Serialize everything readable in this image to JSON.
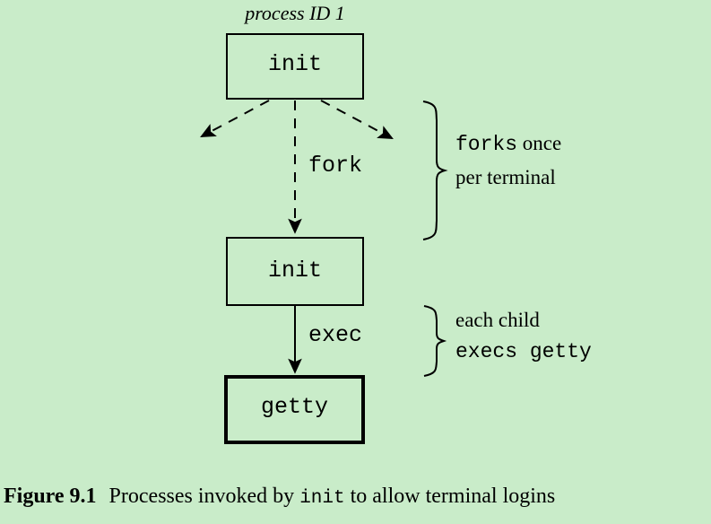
{
  "figure": {
    "background_color": "#c9ecc9",
    "stroke_color": "#000000",
    "pid_label": "process ID 1",
    "nodes": [
      {
        "id": "init-top",
        "label": "init",
        "font": "mono",
        "border_width": 2
      },
      {
        "id": "init-mid",
        "label": "init",
        "font": "mono",
        "border_width": 2
      },
      {
        "id": "getty",
        "label": "getty",
        "font": "mono",
        "border_width": 4
      }
    ],
    "edges": [
      {
        "id": "fork-left",
        "label": "",
        "style": "dashed",
        "arrow": true
      },
      {
        "id": "fork-center",
        "label": "fork",
        "style": "dashed",
        "arrow": true
      },
      {
        "id": "fork-right",
        "label": "",
        "style": "dashed",
        "arrow": true
      },
      {
        "id": "exec",
        "label": "exec",
        "style": "solid",
        "arrow": true
      }
    ],
    "edge_labels": {
      "fork": "fork",
      "exec": "exec"
    },
    "annotations": [
      {
        "id": "forks-annotation",
        "line1_mono": "forks",
        "line1_serif": " once",
        "line2_serif": "per terminal"
      },
      {
        "id": "execs-annotation",
        "line1_serif": "each child",
        "line2_mono": "execs getty"
      }
    ]
  },
  "caption": {
    "number": "Figure 9.1",
    "text_before": "Processes invoked by ",
    "code": "init",
    "text_after": " to allow terminal logins"
  }
}
